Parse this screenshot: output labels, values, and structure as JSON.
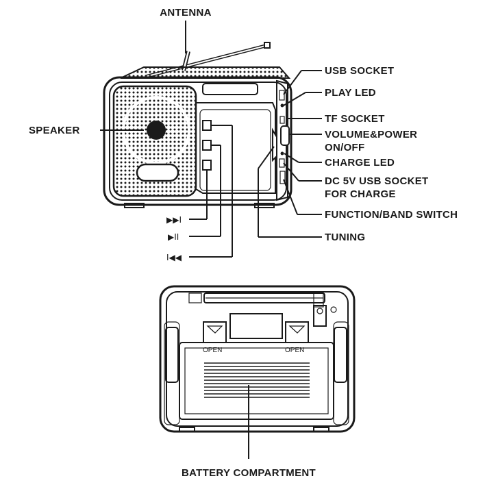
{
  "labels": {
    "antenna": "ANTENNA",
    "usb_socket": "USB SOCKET",
    "play_led": "PLAY LED",
    "tf_socket": "TF SOCKET",
    "volume_power_1": "VOLUME&POWER",
    "volume_power_2": "ON/OFF",
    "charge_led": "CHARGE LED",
    "dc_usb_1": "DC 5V USB SOCKET",
    "dc_usb_2": "FOR CHARGE",
    "function_band": "FUNCTION/BAND SWITCH",
    "tuning": "TUNING",
    "speaker": "SPEAKER",
    "next_track": "▶▶I",
    "play_pause": "▶II",
    "prev_track": "I◀◀",
    "battery_compartment": "BATTERY COMPARTMENT",
    "open_left": "OPEN",
    "open_right": "OPEN"
  },
  "icons": {
    "next": "next-track-icon",
    "play_pause": "play-pause-icon",
    "prev": "previous-track-icon"
  },
  "colors": {
    "ink": "#1a1a1a",
    "paper": "#ffffff"
  }
}
